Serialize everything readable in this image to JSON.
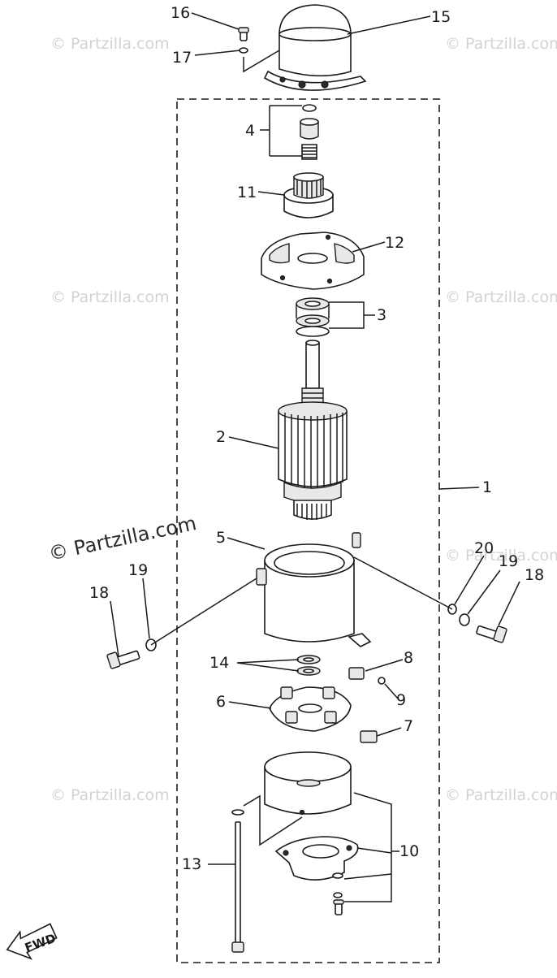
{
  "diagram": {
    "callouts": [
      {
        "id": "c16",
        "label": "16"
      },
      {
        "id": "c15",
        "label": "15"
      },
      {
        "id": "c17",
        "label": "17"
      },
      {
        "id": "c4",
        "label": "4"
      },
      {
        "id": "c11",
        "label": "11"
      },
      {
        "id": "c12",
        "label": "12"
      },
      {
        "id": "c3",
        "label": "3"
      },
      {
        "id": "c2",
        "label": "2"
      },
      {
        "id": "c1",
        "label": "1"
      },
      {
        "id": "c5",
        "label": "5"
      },
      {
        "id": "c20",
        "label": "20"
      },
      {
        "id": "c19r",
        "label": "19"
      },
      {
        "id": "c18r",
        "label": "18"
      },
      {
        "id": "c18l",
        "label": "18"
      },
      {
        "id": "c19l",
        "label": "19"
      },
      {
        "id": "c14",
        "label": "14"
      },
      {
        "id": "c8",
        "label": "8"
      },
      {
        "id": "c6",
        "label": "6"
      },
      {
        "id": "c9",
        "label": "9"
      },
      {
        "id": "c7",
        "label": "7"
      },
      {
        "id": "c13",
        "label": "13"
      },
      {
        "id": "c10",
        "label": "10"
      }
    ],
    "direction_label": "FWD",
    "watermark": "© Partzilla.com",
    "watermark_main": "© Partzilla.com"
  }
}
